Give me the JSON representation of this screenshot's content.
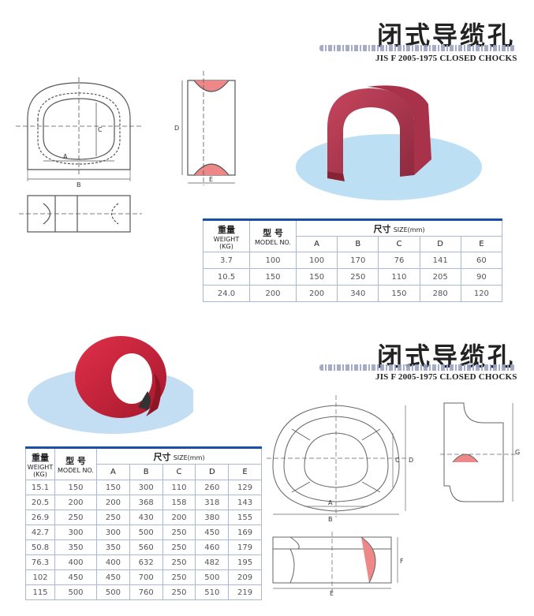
{
  "section1": {
    "title_cn": "闭式导缆孔",
    "title_en": "JIS F 2005-1975 CLOSED CHOCKS",
    "drawing_labels": {
      "a": "A",
      "b": "B",
      "c": "C",
      "d": "D",
      "e": "E"
    },
    "table": {
      "weight_cn": "重量",
      "weight_en": "WEIGHT",
      "weight_unit": "(KG)",
      "model_cn": "型 号",
      "model_en": "MODEL NO.",
      "size_cn": "尺寸",
      "size_en": "SIZE(mm)",
      "columns": [
        "A",
        "B",
        "C",
        "D",
        "E"
      ],
      "rows": [
        {
          "weight": "3.7",
          "model": "100",
          "values": [
            "100",
            "170",
            "76",
            "141",
            "60"
          ]
        },
        {
          "weight": "10.5",
          "model": "150",
          "values": [
            "150",
            "250",
            "110",
            "205",
            "90"
          ]
        },
        {
          "weight": "24.0",
          "model": "200",
          "values": [
            "200",
            "340",
            "150",
            "280",
            "120"
          ]
        }
      ]
    }
  },
  "section2": {
    "title_cn": "闭式导缆孔",
    "title_en": "JIS F 2005-1975 CLOSED CHOCKS",
    "drawing_labels": {
      "a": "A",
      "b": "B",
      "c": "C",
      "d": "D",
      "e": "E",
      "f": "F",
      "g": "G"
    },
    "table": {
      "weight_cn": "重量",
      "weight_en": "WEIGHT",
      "weight_unit": "(KG)",
      "model_cn": "型 号",
      "model_en": "MODEL NO.",
      "size_cn": "尺寸",
      "size_en": "SIZE(mm)",
      "columns": [
        "A",
        "B",
        "C",
        "D",
        "E"
      ],
      "rows": [
        {
          "weight": "15.1",
          "model": "150",
          "values": [
            "150",
            "300",
            "110",
            "260",
            "129"
          ]
        },
        {
          "weight": "20.5",
          "model": "200",
          "values": [
            "200",
            "368",
            "158",
            "318",
            "143"
          ]
        },
        {
          "weight": "26.9",
          "model": "250",
          "values": [
            "250",
            "430",
            "200",
            "380",
            "155"
          ]
        },
        {
          "weight": "42.7",
          "model": "300",
          "values": [
            "300",
            "500",
            "250",
            "450",
            "169"
          ]
        },
        {
          "weight": "50.8",
          "model": "350",
          "values": [
            "350",
            "560",
            "250",
            "460",
            "179"
          ]
        },
        {
          "weight": "76.3",
          "model": "400",
          "values": [
            "400",
            "632",
            "250",
            "482",
            "195"
          ]
        },
        {
          "weight": "102",
          "model": "450",
          "values": [
            "450",
            "700",
            "250",
            "500",
            "209"
          ]
        },
        {
          "weight": "115",
          "model": "500",
          "values": [
            "500",
            "760",
            "250",
            "510",
            "219"
          ]
        }
      ]
    }
  },
  "colors": {
    "accent_blue": "#1a4fa8",
    "chock_red": "#c8283c",
    "chock_dark_red": "#a8324a"
  }
}
